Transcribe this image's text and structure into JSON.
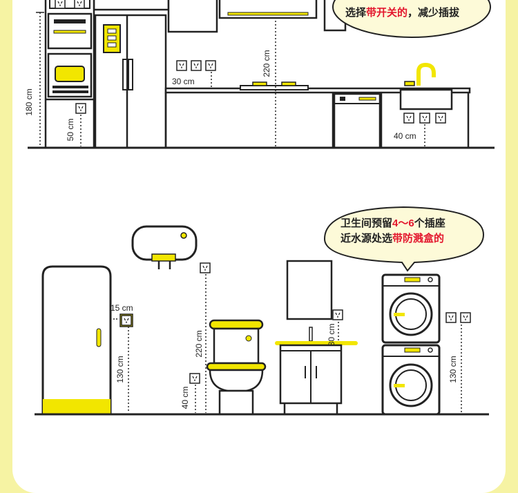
{
  "kitchen": {
    "bubble": {
      "line1_prefix": "选择",
      "line1_highlight": "带开关的",
      "line1_suffix": "，减少插拔"
    },
    "labels": {
      "h180": "180 cm",
      "h50": "50 cm",
      "h220": "220 cm",
      "h30": "30 cm",
      "h40": "40 cm"
    }
  },
  "bathroom": {
    "bubble": {
      "line1_prefix": "卫生间预留",
      "line1_highlight": "4～6",
      "line1_suffix": "个插座",
      "line2_prefix": "近水源处选",
      "line2_highlight": "带防溅盒的"
    },
    "labels": {
      "h15": "15 cm",
      "h130a": "130 cm",
      "h220": "220 cm",
      "h40": "40 cm",
      "h30": "30 cm",
      "h130b": "130 cm"
    }
  },
  "colors": {
    "background": "#f6f3a3",
    "accent_yellow": "#f2e600",
    "line": "#222222",
    "highlight_red": "#e3162d",
    "bubble_fill": "#fdfad8"
  }
}
